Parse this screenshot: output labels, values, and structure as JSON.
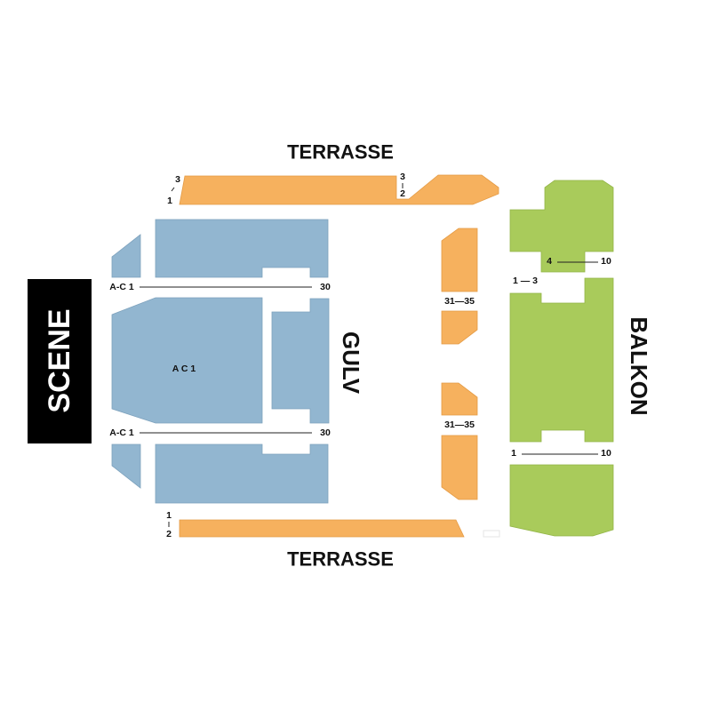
{
  "stage_label": "SCENE",
  "labels": {
    "terrasse_top": "TERRASSE",
    "terrasse_bottom": "TERRASSE",
    "gulv": "GULV",
    "balkon": "BALKON"
  },
  "seat_labels": {
    "terrasse_top_left_a": "3",
    "terrasse_top_left_b": "1",
    "terrasse_top_right_a": "3",
    "terrasse_top_right_b": "2",
    "terrasse_bottom_left_a": "1",
    "terrasse_bottom_left_b": "2",
    "gulv_top_row_start": "A-C 1",
    "gulv_top_row_end": "30",
    "gulv_center": "A C 1",
    "gulv_bottom_row_start": "A-C 1",
    "gulv_bottom_row_end": "30",
    "side_upper": "31—35",
    "side_lower": "31—35",
    "balkon_top_start": "4",
    "balkon_top_end": "10",
    "balkon_mid": "1 — 3",
    "balkon_bottom_start": "1",
    "balkon_bottom_end": "10"
  },
  "colors": {
    "gulv": "#92b6d0",
    "terrasse": "#f6b15e",
    "balkon": "#a9cb5b",
    "stage": "#000000"
  }
}
